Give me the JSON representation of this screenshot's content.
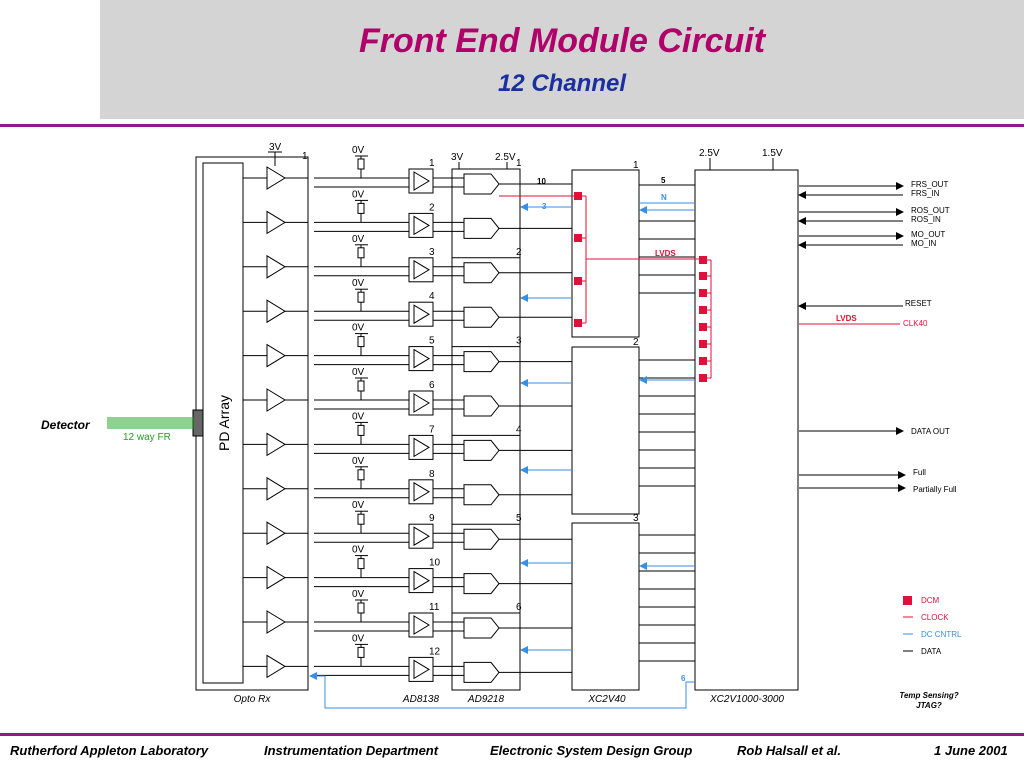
{
  "title": "Front End Module Circuit",
  "subtitle": "12 Channel",
  "detector_label": "Detector",
  "fibre_label": "12 way FR",
  "pd_array_label": "PD Array",
  "bottom_labels": {
    "opto_rx": "Opto Rx",
    "ad8138": "AD8138",
    "ad9218": "AD9218",
    "xc2v40": "XC2V40",
    "xc2v1000": "XC2V1000-3000"
  },
  "voltages": {
    "opto_3v": "3V",
    "zero_v": "0V",
    "adc_3v": "3V",
    "adc_2v5": "2.5V",
    "fpga_2v5": "2.5V",
    "fpga_1v5": "1.5V"
  },
  "channel_numbers": [
    "1",
    "2",
    "3",
    "4",
    "5",
    "6",
    "7",
    "8",
    "9",
    "10",
    "11",
    "12"
  ],
  "opto_channel_marker": "1",
  "adc_numbers": [
    "1",
    "2",
    "3",
    "4",
    "5",
    "6"
  ],
  "xc2v40_numbers": [
    "1",
    "2",
    "3"
  ],
  "bus_labels": {
    "data_width": "10",
    "dc_width": "3",
    "lvds_mid": "LVDS",
    "link_width": "5",
    "link_n": "N",
    "lvds_clk": "LVDS",
    "temp_width": "6"
  },
  "signals": {
    "frs_out": "FRS_OUT",
    "frs_in": "FRS_IN",
    "ros_out": "ROS_OUT",
    "ros_in": "ROS_IN",
    "mo_out": "MO_OUT",
    "mo_in": "MO_IN",
    "reset": "RESET",
    "clk40": "CLK40",
    "data_out": "DATA OUT",
    "full": "Full",
    "partially_full": "Partially Full"
  },
  "legend": {
    "dcm": "DCM",
    "clock": "CLOCK",
    "dc_cntrl": "DC CNTRL",
    "data": "DATA"
  },
  "temp_sensing": [
    "Temp Sensing?",
    "JTAG?"
  ],
  "colors": {
    "title": "#b0006a",
    "subtitle": "#1a2fa0",
    "clock": "#e0103a",
    "dc_cntrl": "#3a8ee0",
    "fibre": "#22a022",
    "rule": "#8b1a8b"
  },
  "footer": {
    "org": "Rutherford Appleton Laboratory",
    "dept": "Instrumentation Department",
    "group": "Electronic System Design Group",
    "author": "Rob Halsall et al.",
    "date": "1 June 2001"
  }
}
